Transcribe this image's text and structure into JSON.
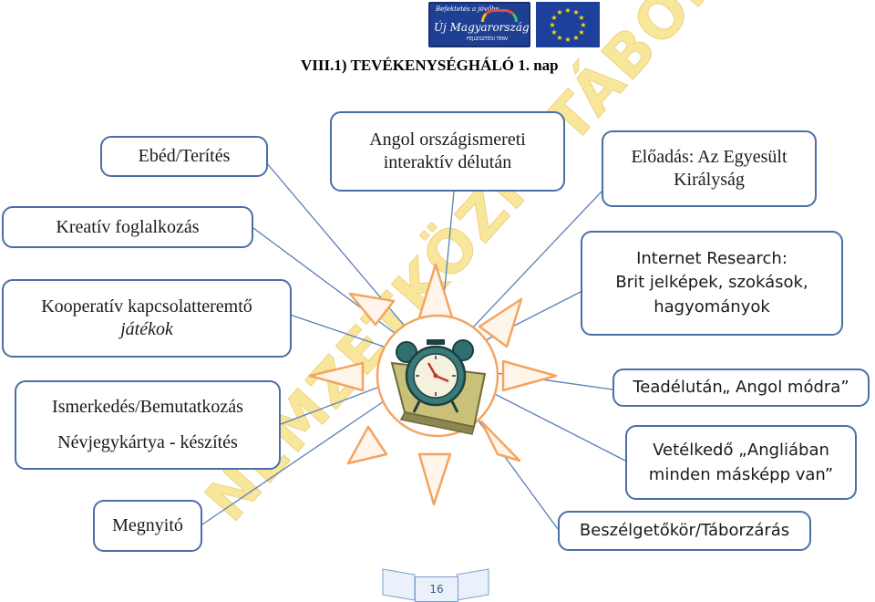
{
  "header": {
    "logo_hu_script": "Befektetés a jövőbe",
    "logo_hu_main": "Új Magyarország",
    "logo_hu_sub": "FEJLESZTÉSI TERV",
    "title": "VIII.1) TEVÉKENYSÉGHÁLÓ 1. nap"
  },
  "watermark": {
    "text": "NEMZETKÖZIS TÁBOR"
  },
  "left_nodes": [
    {
      "label": "Ebéd/Terítés"
    },
    {
      "label": "Kreatív foglalkozás"
    },
    {
      "label_line1": "Kooperatív kapcsolatteremtő",
      "label_line2": "játékok"
    },
    {
      "label_line1": "Ismerkedés/Bemutatkozás",
      "label_line2": "Névjegykártya - készítés"
    },
    {
      "label": "Megnyitó"
    }
  ],
  "top_node": {
    "label_line1": "Angol országismereti",
    "label_line2": "interaktív délután"
  },
  "right_nodes": [
    {
      "label_line1": "Előadás: Az Egyesült",
      "label_line2": "Királyság"
    },
    {
      "label_line1": "Internet Research:",
      "label_line2": "Brit jelképek, szokások,",
      "label_line3": "hagyományok"
    },
    {
      "label": "Teadélután„ Angol módra”"
    },
    {
      "label_line1": "Vetélkedő „Angliában",
      "label_line2": "minden másképp van”"
    },
    {
      "label": "Beszélgetőkör/Táborzárás"
    }
  ],
  "center": {
    "icon": "alarm-clock-icon"
  },
  "footer": {
    "page_number": "16"
  },
  "colors": {
    "box_border": "#4a6fa5",
    "connector": "#5b7fb8",
    "sun": "#f4a460",
    "watermark": "#f3d34a",
    "eu_blue": "#1e3f9a",
    "eu_star": "#ffdd00"
  }
}
